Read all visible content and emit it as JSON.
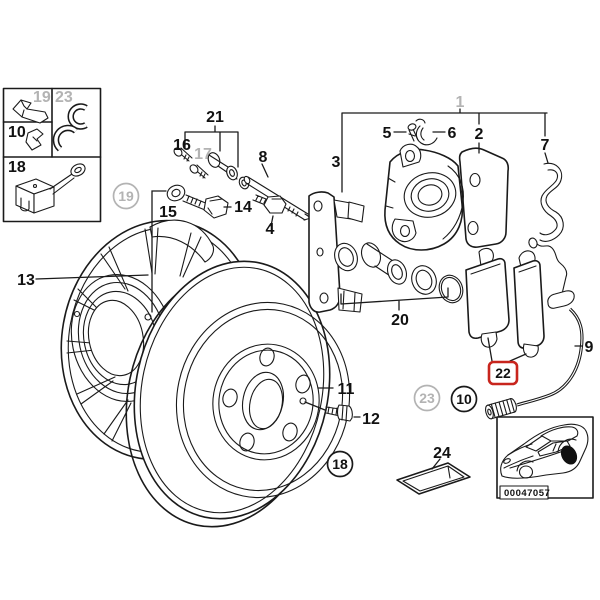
{
  "diagram": {
    "type": "exploded-parts-diagram",
    "subject": "rear brake disc and caliper",
    "colors": {
      "ink": "#1a1a1a",
      "muted": "#b3b3b3",
      "highlight": "#c8251d",
      "background": "#ffffff"
    },
    "labels": {
      "n1": "1",
      "n2": "2",
      "n3": "3",
      "n4": "4",
      "n5": "5",
      "n6": "6",
      "n7": "7",
      "n8": "8",
      "n9": "9",
      "n11": "11",
      "n12": "12",
      "n13": "13",
      "n14": "14",
      "n15": "15",
      "n16": "16",
      "n17": "17",
      "n20": "20",
      "n21": "21",
      "n22": "22",
      "n24": "24"
    },
    "muted_labels": [
      "1",
      "17"
    ],
    "highlighted_label": "22",
    "legend_box": {
      "cells": [
        {
          "label": "19",
          "muted": true
        },
        {
          "label": "23",
          "muted": true
        },
        {
          "label": "10",
          "muted": false
        },
        {
          "label": "18",
          "muted": false
        }
      ]
    },
    "circled_numbers": [
      {
        "label": "19",
        "muted": true
      },
      {
        "label": "23",
        "muted": true
      },
      {
        "label": "10",
        "muted": false
      },
      {
        "label": "18",
        "muted": false
      }
    ],
    "legend": {
      "c19": "19",
      "c23": "23",
      "c10": "10",
      "c18": "18"
    },
    "circled": {
      "c19": "19",
      "c23": "23",
      "c10": "10",
      "c18": "18"
    },
    "car_thumbnail": {
      "code": "00047057",
      "highlighted_wheel": "rear"
    }
  }
}
